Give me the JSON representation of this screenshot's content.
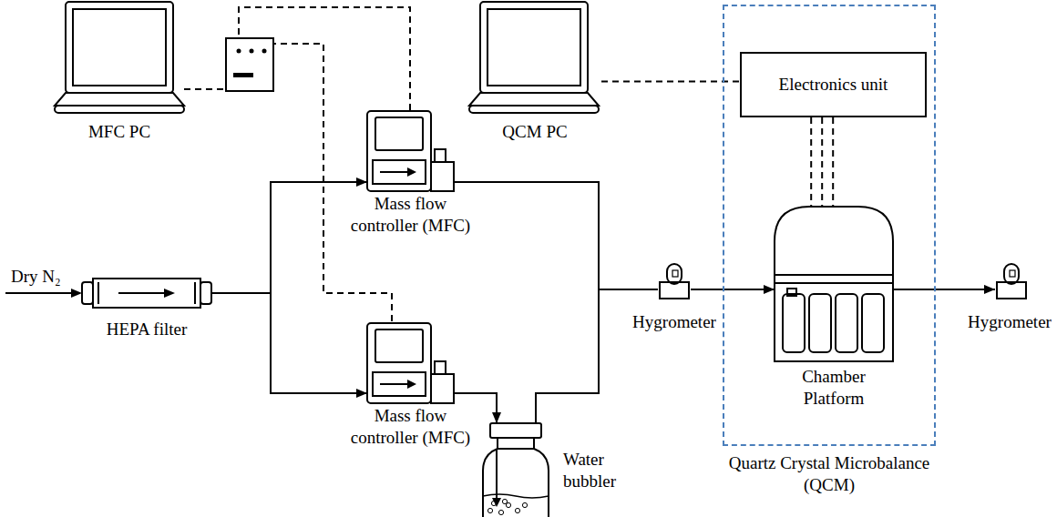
{
  "diagram": {
    "nodes": [
      {
        "text": [
          "HEPA filter"
        ]
      },
      {
        "text": [
          "Mass flow controller (MFC)"
        ]
      },
      {
        "text": [
          "Mass flow controller (MFC)"
        ]
      },
      {
        "text": [
          "Water bubbler"
        ]
      },
      {
        "text": [
          "Hygrometer"
        ]
      },
      {
        "text": [
          "Quartz Crystal Microbalance (QCM)"
        ]
      },
      {
        "text": [
          "Electronics unit"
        ],
        "in": 5
      },
      {
        "text": [
          "Chamber Platform"
        ],
        "in": 5
      },
      {
        "text": [
          "Hygrometer"
        ]
      },
      {
        "text": [
          "MFC PC"
        ]
      },
      {
        "text": [
          "QCM PC"
        ]
      }
    ],
    "edges": [
      {
        "from": 0,
        "to": 1,
        "arrow": "to"
      },
      {
        "from": 0,
        "to": 2,
        "arrow": "to"
      },
      {
        "from": 1,
        "to": 4,
        "arrow": "none"
      },
      {
        "from": 2,
        "to": 3,
        "arrow": "to"
      },
      {
        "from": 3,
        "to": 4,
        "arrow": "none"
      },
      {
        "from": 4,
        "to": 7,
        "arrow": "to"
      },
      {
        "from": 7,
        "to": 8,
        "arrow": "to"
      },
      {
        "from": 6,
        "to": 7,
        "arrow": "none"
      },
      {
        "from": 10,
        "to": 6,
        "arrow": "none"
      },
      {
        "from": 9,
        "to": 1,
        "arrow": "none"
      },
      {
        "from": 9,
        "to": 2,
        "arrow": "none"
      }
    ],
    "labels": [
      "Dry N₂"
    ]
  }
}
